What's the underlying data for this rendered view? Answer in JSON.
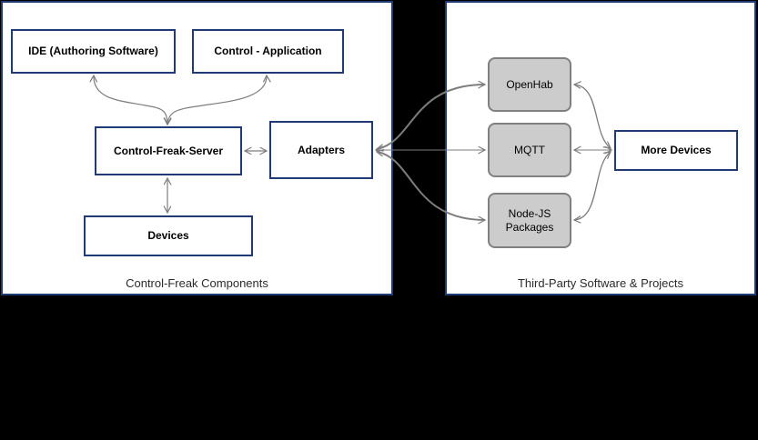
{
  "colors": {
    "page_background": "#000000",
    "panel_background": "#ffffff",
    "navy_border": "#203a75",
    "gray_node_fill": "#cccccc",
    "gray_node_border": "#808080",
    "arrow": "#7d7d7d",
    "text": "#000000"
  },
  "left_panel": {
    "title": "Control-Freak Components",
    "nodes": {
      "ide": "IDE (Authoring Software)",
      "control_application": "Control - Application",
      "server": "Control-Freak-Server",
      "adapters": "Adapters",
      "devices": "Devices"
    }
  },
  "right_panel": {
    "title": "Third-Party Software & Projects",
    "nodes": {
      "openhab": "OpenHab",
      "mqtt": "MQTT",
      "nodejs_packages": "Node-JS Packages",
      "more_devices": "More Devices"
    }
  },
  "edges": [
    {
      "from": "Control-Freak-Server",
      "to": "IDE (Authoring Software)",
      "bidirectional": true
    },
    {
      "from": "Control-Freak-Server",
      "to": "Control - Application",
      "bidirectional": true
    },
    {
      "from": "Control-Freak-Server",
      "to": "Adapters",
      "bidirectional": true
    },
    {
      "from": "Control-Freak-Server",
      "to": "Devices",
      "bidirectional": true
    },
    {
      "from": "Adapters",
      "to": "OpenHab",
      "bidirectional": true
    },
    {
      "from": "Adapters",
      "to": "MQTT",
      "bidirectional": true
    },
    {
      "from": "Adapters",
      "to": "Node-JS Packages",
      "bidirectional": true
    },
    {
      "from": "More Devices",
      "to": "OpenHab",
      "bidirectional": true
    },
    {
      "from": "More Devices",
      "to": "MQTT",
      "bidirectional": true
    },
    {
      "from": "More Devices",
      "to": "Node-JS Packages",
      "bidirectional": true
    }
  ]
}
